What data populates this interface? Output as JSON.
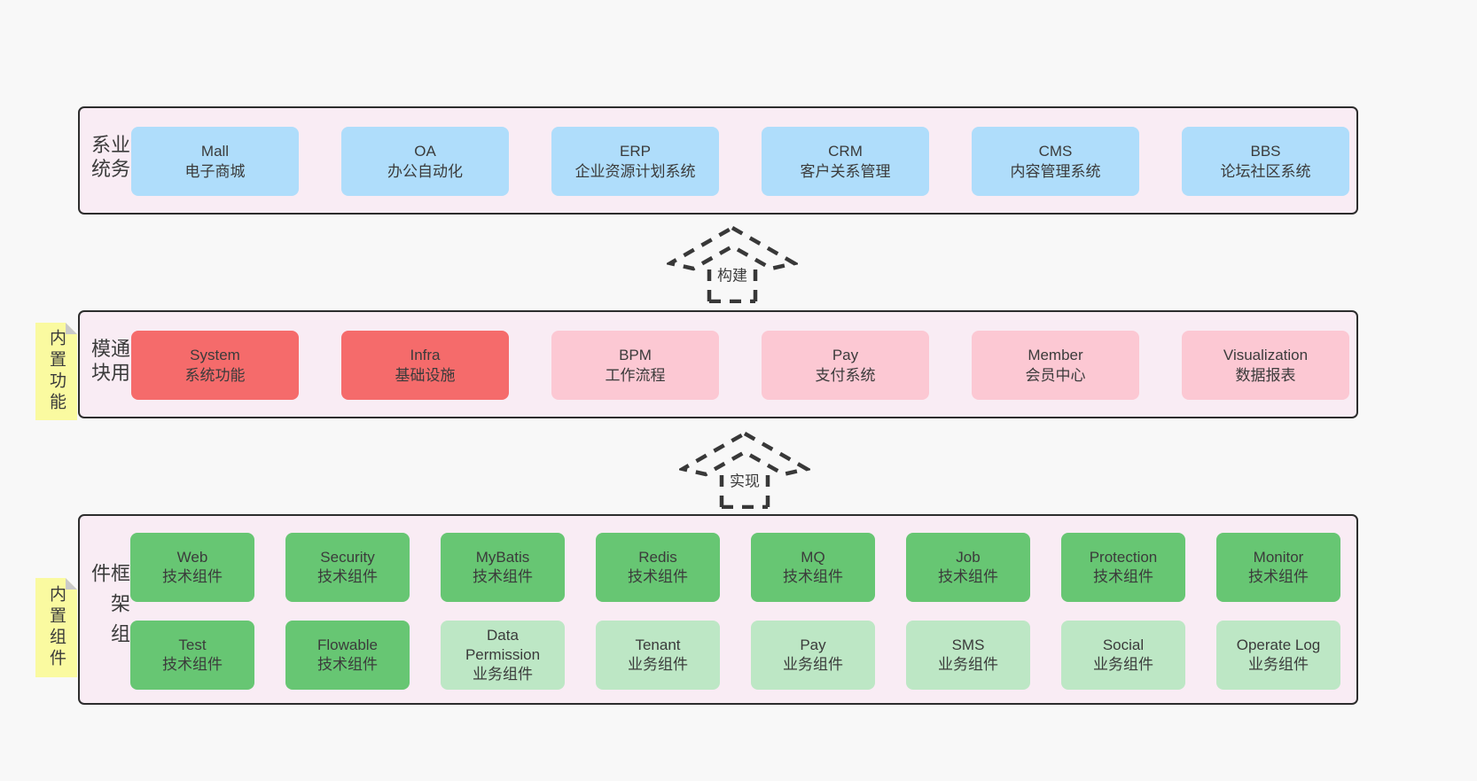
{
  "diagram": {
    "colors": {
      "page_bg": "#f8f8f8",
      "band_bg": "#f9ecf4",
      "band_border": "#2d2d2d",
      "text": "#3b3b3b",
      "dash": "#383838",
      "note_bg": "#fafaa0",
      "note_fold": "#c9c9c9",
      "tones": {
        "blue": "#afddfb",
        "red": "#f56b6b",
        "pink": "#fcc8d3",
        "green": "#67c673",
        "lightgreen": "#bde7c5"
      }
    },
    "arrows": [
      {
        "label": "构建"
      },
      {
        "label": "实现"
      }
    ],
    "bands": [
      {
        "label": "业务系统",
        "boxes": [
          {
            "title": "Mall",
            "subtitle": "电子商城",
            "tone": "blue"
          },
          {
            "title": "OA",
            "subtitle": "办公自动化",
            "tone": "blue"
          },
          {
            "title": "ERP",
            "subtitle": "企业资源计划系统",
            "tone": "blue"
          },
          {
            "title": "CRM",
            "subtitle": "客户关系管理",
            "tone": "blue"
          },
          {
            "title": "CMS",
            "subtitle": "内容管理系统",
            "tone": "blue"
          },
          {
            "title": "BBS",
            "subtitle": "论坛社区系统",
            "tone": "blue"
          }
        ]
      },
      {
        "label": "通用模块",
        "note": "内置功能",
        "boxes": [
          {
            "title": "System",
            "subtitle": "系统功能",
            "tone": "red"
          },
          {
            "title": "Infra",
            "subtitle": "基础设施",
            "tone": "red"
          },
          {
            "title": "BPM",
            "subtitle": "工作流程",
            "tone": "pink"
          },
          {
            "title": "Pay",
            "subtitle": "支付系统",
            "tone": "pink"
          },
          {
            "title": "Member",
            "subtitle": "会员中心",
            "tone": "pink"
          },
          {
            "title": "Visualization",
            "subtitle": "数据报表",
            "tone": "pink"
          }
        ]
      },
      {
        "label": "框架组件",
        "note": "内置组件",
        "rows": [
          [
            {
              "title": "Web",
              "subtitle": "技术组件",
              "tone": "green"
            },
            {
              "title": "Security",
              "subtitle": "技术组件",
              "tone": "green"
            },
            {
              "title": "MyBatis",
              "subtitle": "技术组件",
              "tone": "green"
            },
            {
              "title": "Redis",
              "subtitle": "技术组件",
              "tone": "green"
            },
            {
              "title": "MQ",
              "subtitle": "技术组件",
              "tone": "green"
            },
            {
              "title": "Job",
              "subtitle": "技术组件",
              "tone": "green"
            },
            {
              "title": "Protection",
              "subtitle": "技术组件",
              "tone": "green"
            },
            {
              "title": "Monitor",
              "subtitle": "技术组件",
              "tone": "green"
            }
          ],
          [
            {
              "title": "Test",
              "subtitle": "技术组件",
              "tone": "green"
            },
            {
              "title": "Flowable",
              "subtitle": "技术组件",
              "tone": "green"
            },
            {
              "title": "Data Permission",
              "subtitle": "业务组件",
              "tone": "lightgreen"
            },
            {
              "title": "Tenant",
              "subtitle": "业务组件",
              "tone": "lightgreen"
            },
            {
              "title": "Pay",
              "subtitle": "业务组件",
              "tone": "lightgreen"
            },
            {
              "title": "SMS",
              "subtitle": "业务组件",
              "tone": "lightgreen"
            },
            {
              "title": "Social",
              "subtitle": "业务组件",
              "tone": "lightgreen"
            },
            {
              "title": "Operate Log",
              "subtitle": "业务组件",
              "tone": "lightgreen"
            }
          ]
        ]
      }
    ]
  }
}
